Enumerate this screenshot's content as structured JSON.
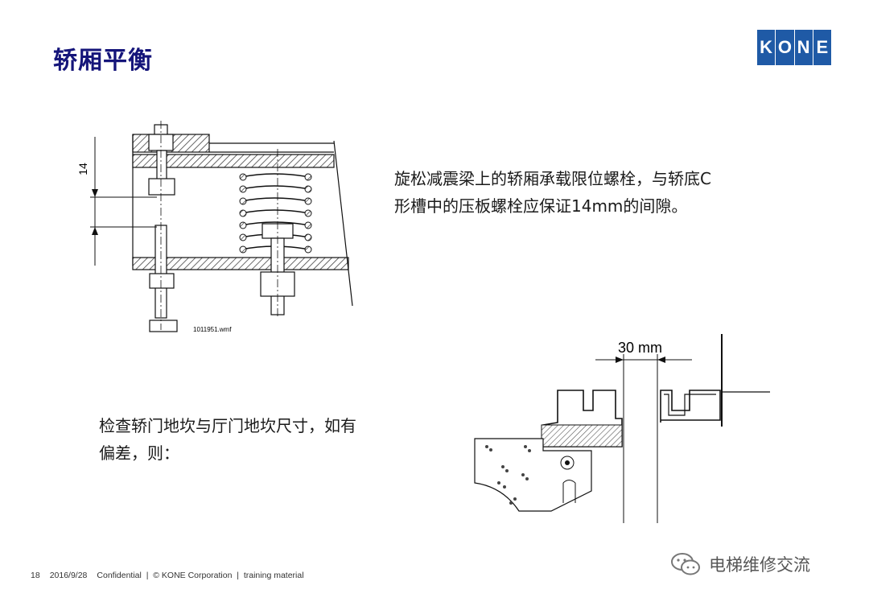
{
  "slide": {
    "title": "轿厢平衡"
  },
  "logo": {
    "letters": [
      "K",
      "O",
      "N",
      "E"
    ],
    "brand_color": "#1f5aa6"
  },
  "figure_spring": {
    "dimension_label": "14",
    "file_label": "1011951.wmf"
  },
  "note_top": {
    "line1": "旋松减震梁上的轿厢承载限位螺栓，与轿底C",
    "line2": "形槽中的压板螺栓应保证14mm的间隙。"
  },
  "figure_sill": {
    "dimension_label": "30 mm"
  },
  "note_bottom": {
    "line1": "检查轿门地坎与厅门地坎尺寸，如有",
    "line2": "偏差，则："
  },
  "footer": {
    "page": "18",
    "date": "2016/9/28",
    "info": "Confidential  |  © KONE Corporation  |  training material"
  },
  "watermark": {
    "text": "电梯维修交流"
  },
  "colors": {
    "title": "#15157a",
    "text": "#1a1a1a"
  }
}
